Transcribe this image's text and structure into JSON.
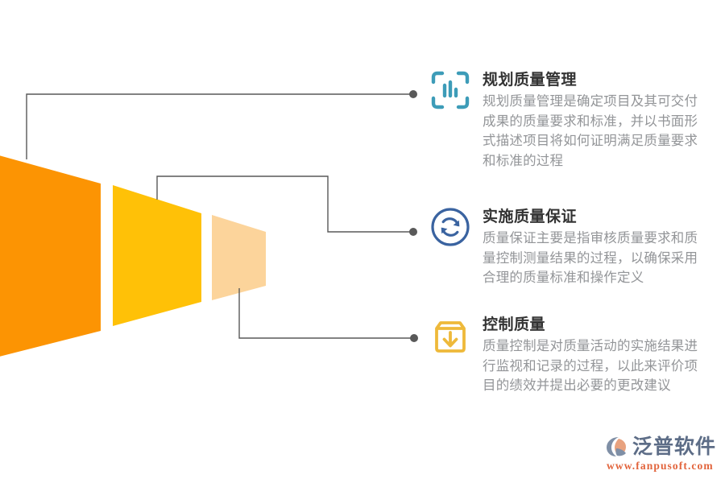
{
  "diagram": {
    "title_hidden": "",
    "funnel": {
      "stages": [
        {
          "name": "stage-1",
          "color": "#FC9403"
        },
        {
          "name": "stage-2",
          "color": "#FFC107"
        },
        {
          "name": "stage-3",
          "color": "#FCD49B"
        }
      ],
      "connector_color": "#595959",
      "connector_dot_color": "#595959"
    },
    "items": [
      {
        "icon": "bar-chart-bracket-icon",
        "icon_color": "#3d9cb8",
        "title": "规划质量管理",
        "desc": "规划质量管理是确定项目及其可交付成果的质量要求和标准，并以书面形式描述项目将如何证明满足质量要求和标准的过程"
      },
      {
        "icon": "sync-refresh-circle-icon",
        "icon_color": "#3a63a0",
        "title": "实施质量保证",
        "desc": "质量保证主要是指审核质量要求和质量控制测量结果的过程，以确保采用合理的质量标准和操作定义"
      },
      {
        "icon": "archive-box-down-arrow-icon",
        "icon_color": "#eeb93a",
        "title": "控制质量",
        "desc": "质量控制是对质量活动的实施结果进行监视和记录的过程，以此来评价项目的绩效并提出必要的更改建议"
      }
    ]
  },
  "logo": {
    "name": "泛普软件",
    "url": "www.fanpusoft.com",
    "mark_color_a": "#7f8fa6",
    "mark_color_b": "#e8a27f",
    "text_color": "#5d6d87",
    "url_color": "#e2643c"
  },
  "colors": {
    "background": "#ffffff",
    "title_text": "#333333",
    "body_text": "#939598"
  }
}
